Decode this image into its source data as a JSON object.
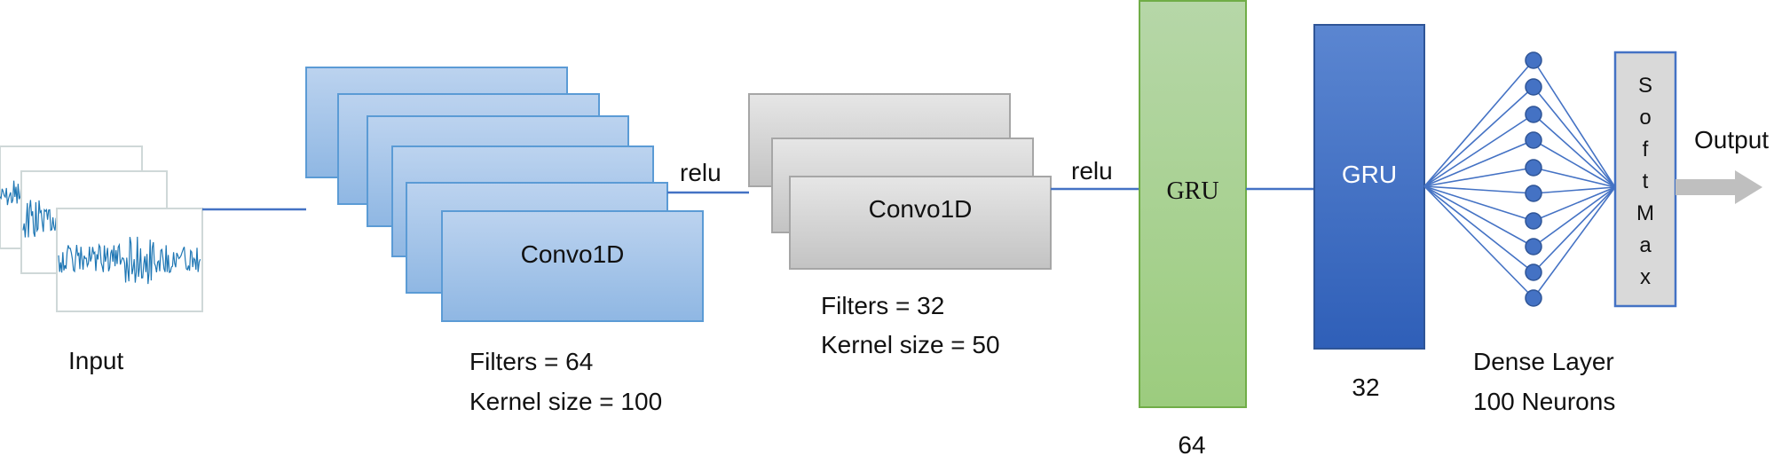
{
  "input": {
    "label": "Input"
  },
  "conv1": {
    "label": "Convo1D",
    "filters": "Filters = 64",
    "kernel": "Kernel size = 100",
    "color": "#9dc3e6"
  },
  "conv2": {
    "label": "Convo1D",
    "filters": "Filters = 32",
    "kernel": "Kernel size = 50",
    "color": "#c9c9c9"
  },
  "activation1": {
    "label": "relu"
  },
  "activation2": {
    "label": "relu"
  },
  "gru1": {
    "label": "GRU",
    "units": "64",
    "color": "#a9d18e"
  },
  "gru2": {
    "label": "GRU",
    "units": "32",
    "color": "#4472c4"
  },
  "dense": {
    "title": "Dense Layer",
    "neurons": "100 Neurons"
  },
  "softmax": {
    "letters": [
      "S",
      "o",
      "f",
      "t",
      "M",
      "a",
      "x"
    ]
  },
  "output": {
    "label": "Output"
  },
  "colors": {
    "line": "#4472c4",
    "signal": "#1f77b4",
    "node": "#4472c4",
    "arrow": "#bfbfbf"
  }
}
